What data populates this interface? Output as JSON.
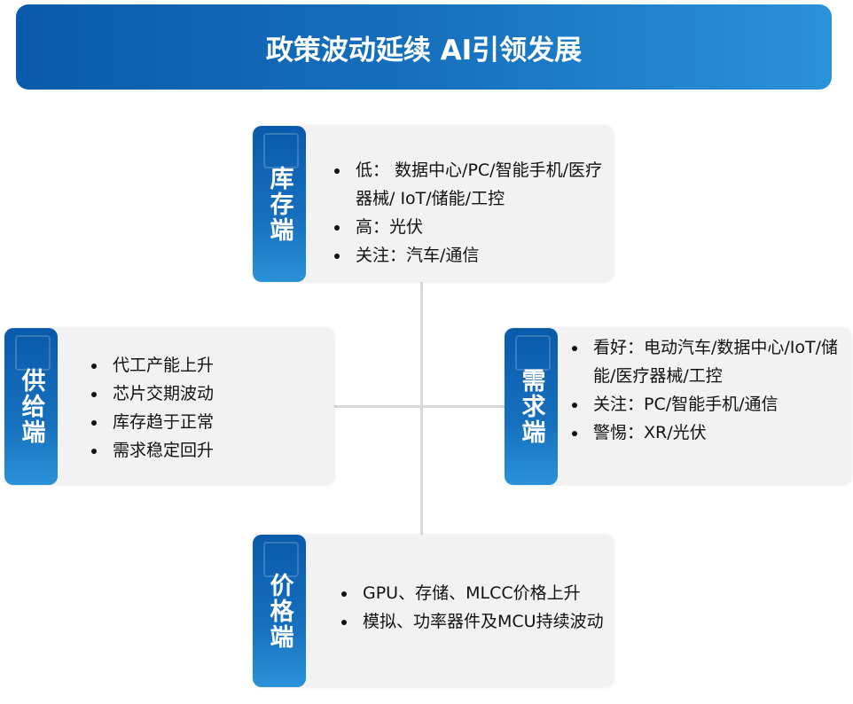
{
  "title": "政策波动延续 AI引领发展",
  "cards": {
    "inventory": {
      "label": "库存端",
      "items": [
        "低： 数据中心/PC/智能手机/医疗器械/ IoT/储能/工控",
        "高：光伏",
        "关注：汽车/通信"
      ]
    },
    "supply": {
      "label": "供给端",
      "items": [
        "代工产能上升",
        "芯片交期波动",
        "库存趋于正常",
        "需求稳定回升"
      ]
    },
    "demand": {
      "label": "需求端",
      "items": [
        "看好：电动汽车/数据中心/IoT/储能/医疗器械/工控",
        "关注：PC/智能手机/通信",
        "警惕：XR/光伏"
      ]
    },
    "price": {
      "label": "价格端",
      "items": [
        "GPU、存储、MLCC价格上升",
        "模拟、功率器件及MCU持续波动"
      ]
    }
  }
}
